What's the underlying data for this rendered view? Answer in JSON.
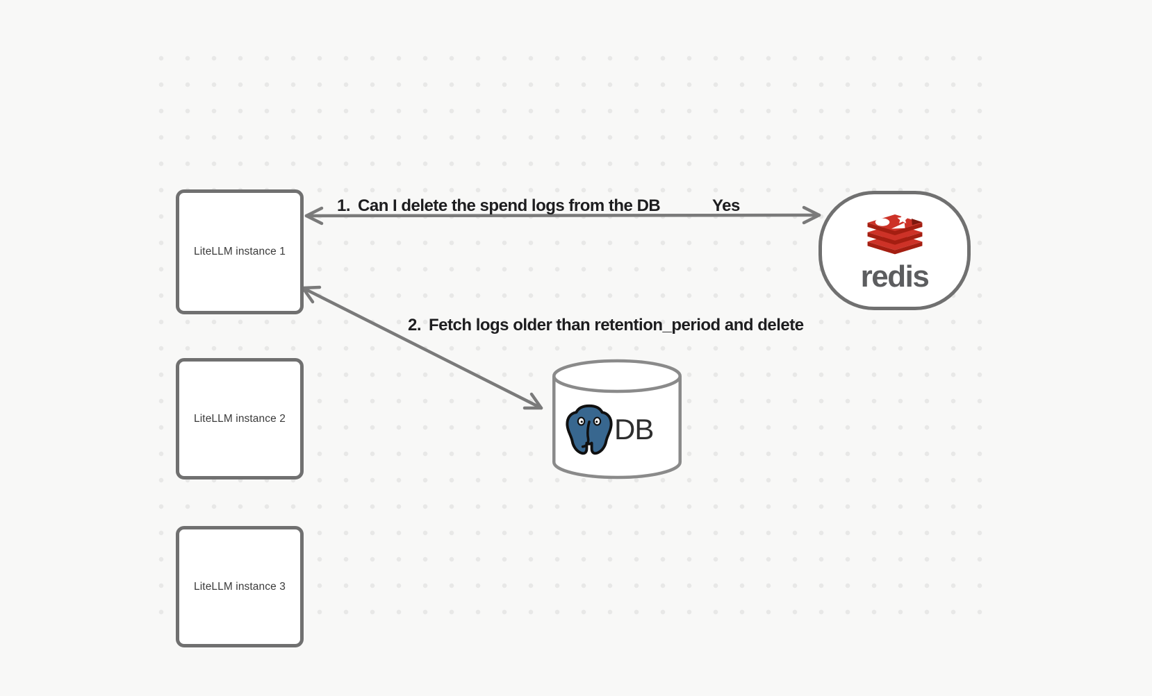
{
  "diagram": {
    "nodes": {
      "litellm_1": {
        "label": "LiteLLM instance 1"
      },
      "litellm_2": {
        "label": "LiteLLM instance 2"
      },
      "litellm_3": {
        "label": "LiteLLM instance 3"
      },
      "redis": {
        "wordmark": "redis"
      },
      "database": {
        "label": "DB"
      }
    },
    "edges": {
      "edge_1": {
        "number": "1.",
        "label": "Can I delete the spend logs from the DB",
        "response": "Yes"
      },
      "edge_2": {
        "number": "2.",
        "label": "Fetch logs older than retention_period and delete"
      }
    },
    "colors": {
      "background": "#f8f8f7",
      "dot": "#e8e8e7",
      "node_stroke": "#707070",
      "arrow_stroke": "#7a7a7a",
      "cylinder_stroke": "#8a8a8a",
      "label_text": "#1d1d1f",
      "node_label_text": "#3a3a3a",
      "redis_red": "#CD3227",
      "redis_red_dark": "#A41E11",
      "redis_wordmark": "#5c5d5f",
      "postgres_blue": "#38678f"
    }
  }
}
